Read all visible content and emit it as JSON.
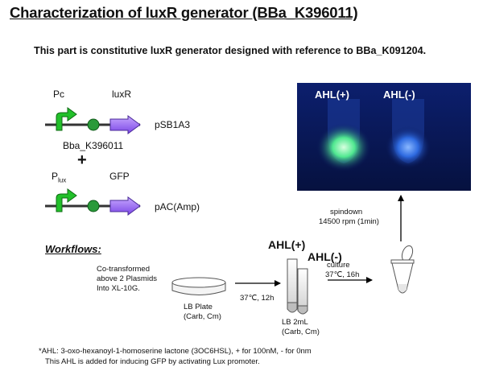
{
  "title": "Characterization of luxR generator (BBa_K396011)",
  "subtitle": "This part is constitutive luxR generator designed with reference to BBa_K091204.",
  "construct1": {
    "promoter": "Pc",
    "gene": "luxR",
    "plasmid": "pSB1A3",
    "part_id": "Bba_K396011"
  },
  "plus_sign": "+",
  "construct2": {
    "promoter_main": "P",
    "promoter_sub": "lux",
    "gene": "GFP",
    "plasmid": "pAC(Amp)"
  },
  "photo": {
    "left_label": "AHL(+)",
    "right_label": "AHL(-)"
  },
  "workflow": {
    "heading": "Workflows:",
    "step1": [
      "Co-transformed",
      "above 2 Plasmids",
      "Into XL-10G."
    ],
    "plate_label": [
      "LB Plate",
      "(Carb, Cm)"
    ],
    "arrow1_label": "37℃, 12h",
    "tube_label_plus": "AHL(+)",
    "tube_label_minus": "AHL(-)",
    "tubes_label": [
      "LB 2mL",
      "(Carb, Cm)"
    ],
    "culture_label": [
      "culture",
      "37℃, 16h"
    ],
    "spindown_label": [
      "spindown",
      "14500 rpm (1min)"
    ]
  },
  "footnote": {
    "line1": "*AHL: 3-oxo-hexanoyl-1-homoserine lactone (3OC6HSL), + for 100nM, - for 0nm",
    "line2": "This AHL is added for inducing  GFP by activating Lux promoter."
  },
  "colors": {
    "promoter_arrow": "#22c02a",
    "rbs": "#2a9a3a",
    "gene_arrow": "#9a6bf0",
    "photo_bg": "#0a1a5e",
    "gfp_glow": "#7dffb0",
    "blue_glow": "#3a7dff"
  }
}
